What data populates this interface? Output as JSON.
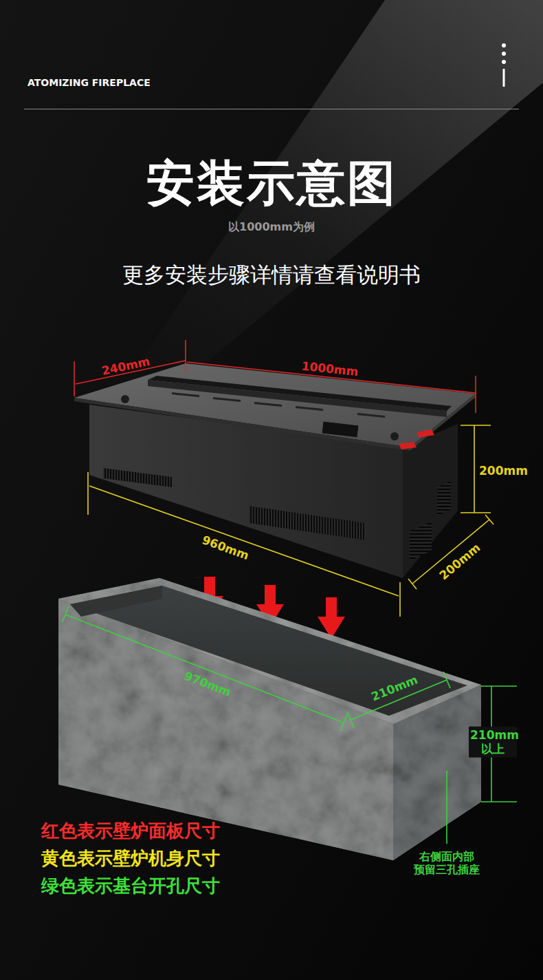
{
  "diagram": {
    "title": "安装示意图",
    "labels": [
      "ATOMIZING FIREPLACE",
      "以1000mm为例",
      "更多安装步骤详情请查看说明书",
      "240mm",
      "1000mm",
      "200mm",
      "960mm",
      "200mm",
      "970mm",
      "210mm",
      "210mm 以上",
      "右侧面内部 预留三孔插座"
    ],
    "legend": [
      {
        "text": "红色表示壁炉面板尺寸",
        "color": "#ff2b2b"
      },
      {
        "text": "黄色表示壁炉机身尺寸",
        "color": "#f2e51c"
      },
      {
        "text": "绿色表示基台开孔尺寸",
        "color": "#3ee03a"
      }
    ]
  }
}
